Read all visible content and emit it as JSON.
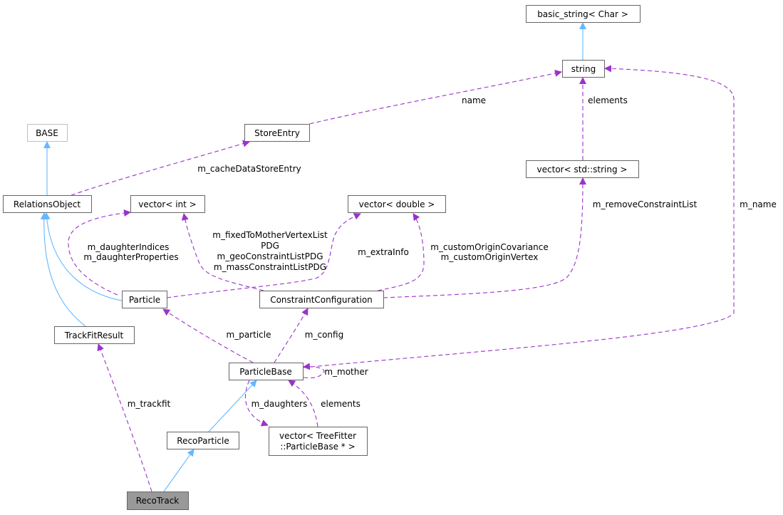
{
  "colors": {
    "inheritance": "#63b8ff",
    "usage": "#9a32cd",
    "focus_fill": "#999999"
  },
  "nodes": {
    "basic_string": "basic_string< Char >",
    "string": "string",
    "base": "BASE",
    "store_entry": "StoreEntry",
    "vector_string": "vector< std::string >",
    "relations_object": "RelationsObject",
    "vector_int": "vector< int >",
    "vector_double": "vector< double >",
    "particle": "Particle",
    "constraint_configuration": "ConstraintConfiguration",
    "track_fit_result": "TrackFitResult",
    "particle_base": "ParticleBase",
    "reco_particle": "RecoParticle",
    "vector_treefitter_line1": "vector< TreeFitter",
    "vector_treefitter_line2": "::ParticleBase * >",
    "reco_track": "RecoTrack"
  },
  "edge_labels": {
    "name": "name",
    "elements_string": "elements",
    "cache_store_entry": "m_cacheDataStoreEntry",
    "daughter_indices": "m_daughterIndices",
    "daughter_properties": "m_daughterProperties",
    "fixed_to_mother": "m_fixedToMotherVertexList",
    "pdg": "PDG",
    "geo_constraint": "m_geoConstraintListPDG",
    "mass_constraint": "m_massConstraintListPDG",
    "extra_info": "m_extraInfo",
    "custom_origin_cov": "m_customOriginCovariance",
    "custom_origin_vertex": "m_customOriginVertex",
    "remove_constraint": "m_removeConstraintList",
    "m_name": "m_name",
    "m_particle": "m_particle",
    "m_config": "m_config",
    "m_mother": "m_mother",
    "m_daughters": "m_daughters",
    "elements_tf": "elements",
    "m_trackfit": "m_trackfit"
  }
}
